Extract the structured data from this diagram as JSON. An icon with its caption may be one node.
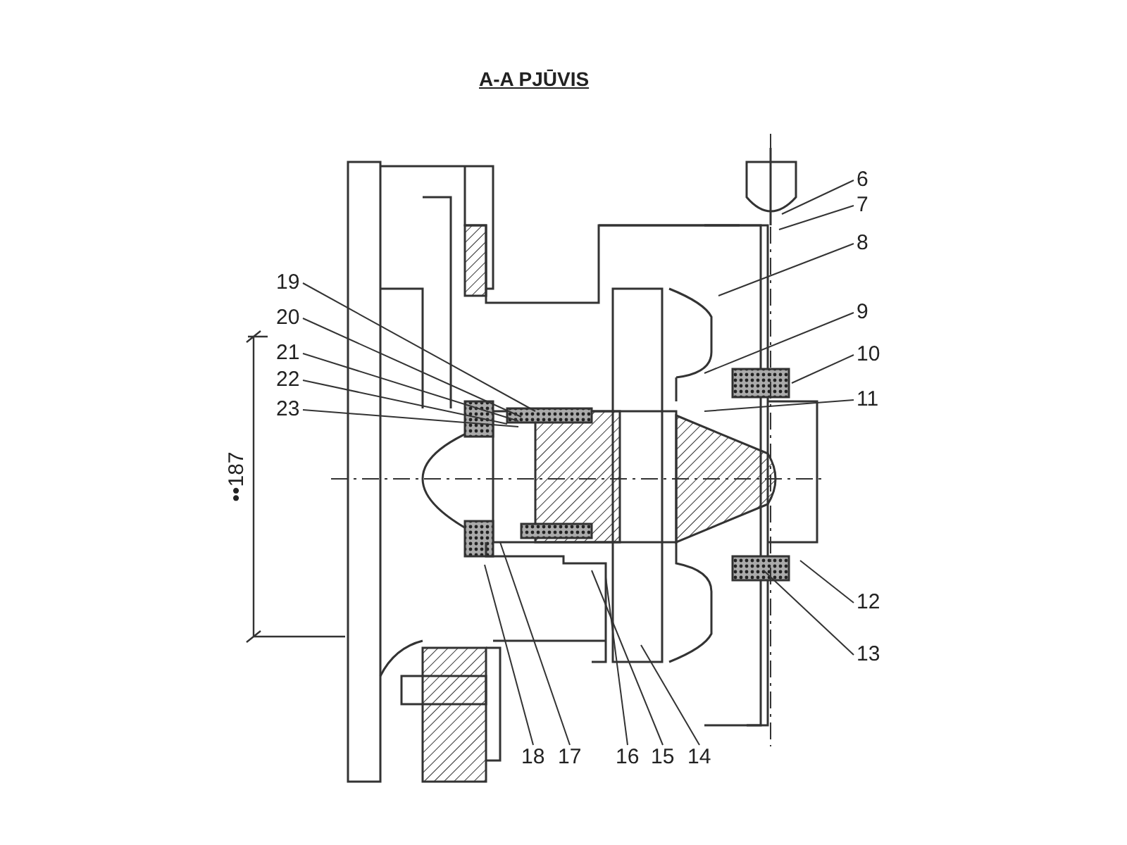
{
  "diagram": {
    "title": "A-A PJŪVIS",
    "nodes": [
      {
        "text": [
          "6"
        ]
      },
      {
        "text": [
          "7"
        ]
      },
      {
        "text": [
          "8"
        ]
      },
      {
        "text": [
          "9"
        ]
      },
      {
        "text": [
          "10"
        ]
      },
      {
        "text": [
          "11"
        ]
      },
      {
        "text": [
          "12"
        ]
      },
      {
        "text": [
          "13"
        ]
      },
      {
        "text": [
          "14"
        ]
      },
      {
        "text": [
          "15"
        ]
      },
      {
        "text": [
          "16"
        ]
      },
      {
        "text": [
          "17"
        ]
      },
      {
        "text": [
          "18"
        ]
      },
      {
        "text": [
          "19"
        ]
      },
      {
        "text": [
          "20"
        ]
      },
      {
        "text": [
          "21"
        ]
      },
      {
        "text": [
          "22"
        ]
      },
      {
        "text": [
          "23"
        ]
      }
    ],
    "edges": [
      {
        "from": 0,
        "to": null,
        "arrow": "none"
      },
      {
        "from": 1,
        "to": null,
        "arrow": "none"
      },
      {
        "from": 2,
        "to": null,
        "arrow": "none"
      },
      {
        "from": 3,
        "to": null,
        "arrow": "none"
      },
      {
        "from": 4,
        "to": null,
        "arrow": "none"
      },
      {
        "from": 5,
        "to": null,
        "arrow": "none"
      },
      {
        "from": 6,
        "to": null,
        "arrow": "none"
      },
      {
        "from": 7,
        "to": null,
        "arrow": "none"
      },
      {
        "from": 8,
        "to": null,
        "arrow": "none"
      },
      {
        "from": 9,
        "to": null,
        "arrow": "none"
      },
      {
        "from": 10,
        "to": null,
        "arrow": "none"
      },
      {
        "from": 11,
        "to": null,
        "arrow": "none"
      },
      {
        "from": 12,
        "to": null,
        "arrow": "none"
      },
      {
        "from": 13,
        "to": null,
        "arrow": "none"
      },
      {
        "from": 14,
        "to": null,
        "arrow": "none"
      },
      {
        "from": 15,
        "to": null,
        "arrow": "none"
      },
      {
        "from": 16,
        "to": null,
        "arrow": "none"
      },
      {
        "from": 17,
        "to": null,
        "arrow": "none"
      }
    ],
    "labels": [
      "••187"
    ]
  }
}
